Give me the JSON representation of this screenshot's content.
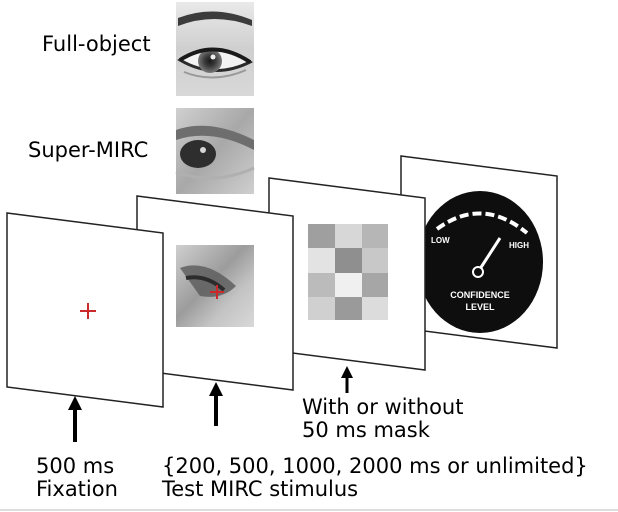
{
  "labels": {
    "full_object": "Full-object",
    "super_mirc": "Super-MIRC",
    "mask_note": "With or without\n50 ms mask",
    "fixation": "500 ms\nFixation",
    "test_stimulus": "{200, 500, 1000, 2000 ms or unlimited}\nTest MIRC stimulus"
  },
  "dial": {
    "low": "LOW",
    "high": "HIGH",
    "caption_line1": "CONFIDENCE",
    "caption_line2": "LEVEL"
  },
  "colors": {
    "fixation_cross": "#cc2a2a",
    "frame_border": "#222222",
    "dial_background": "#0e0e0e",
    "dial_markings": "#ffffff"
  },
  "icons": [
    "eye-full-object-image",
    "eye-super-mirc-image",
    "mirc-stimulus-image",
    "noise-mask-image",
    "confidence-dial-icon",
    "arrow-up-icon"
  ]
}
